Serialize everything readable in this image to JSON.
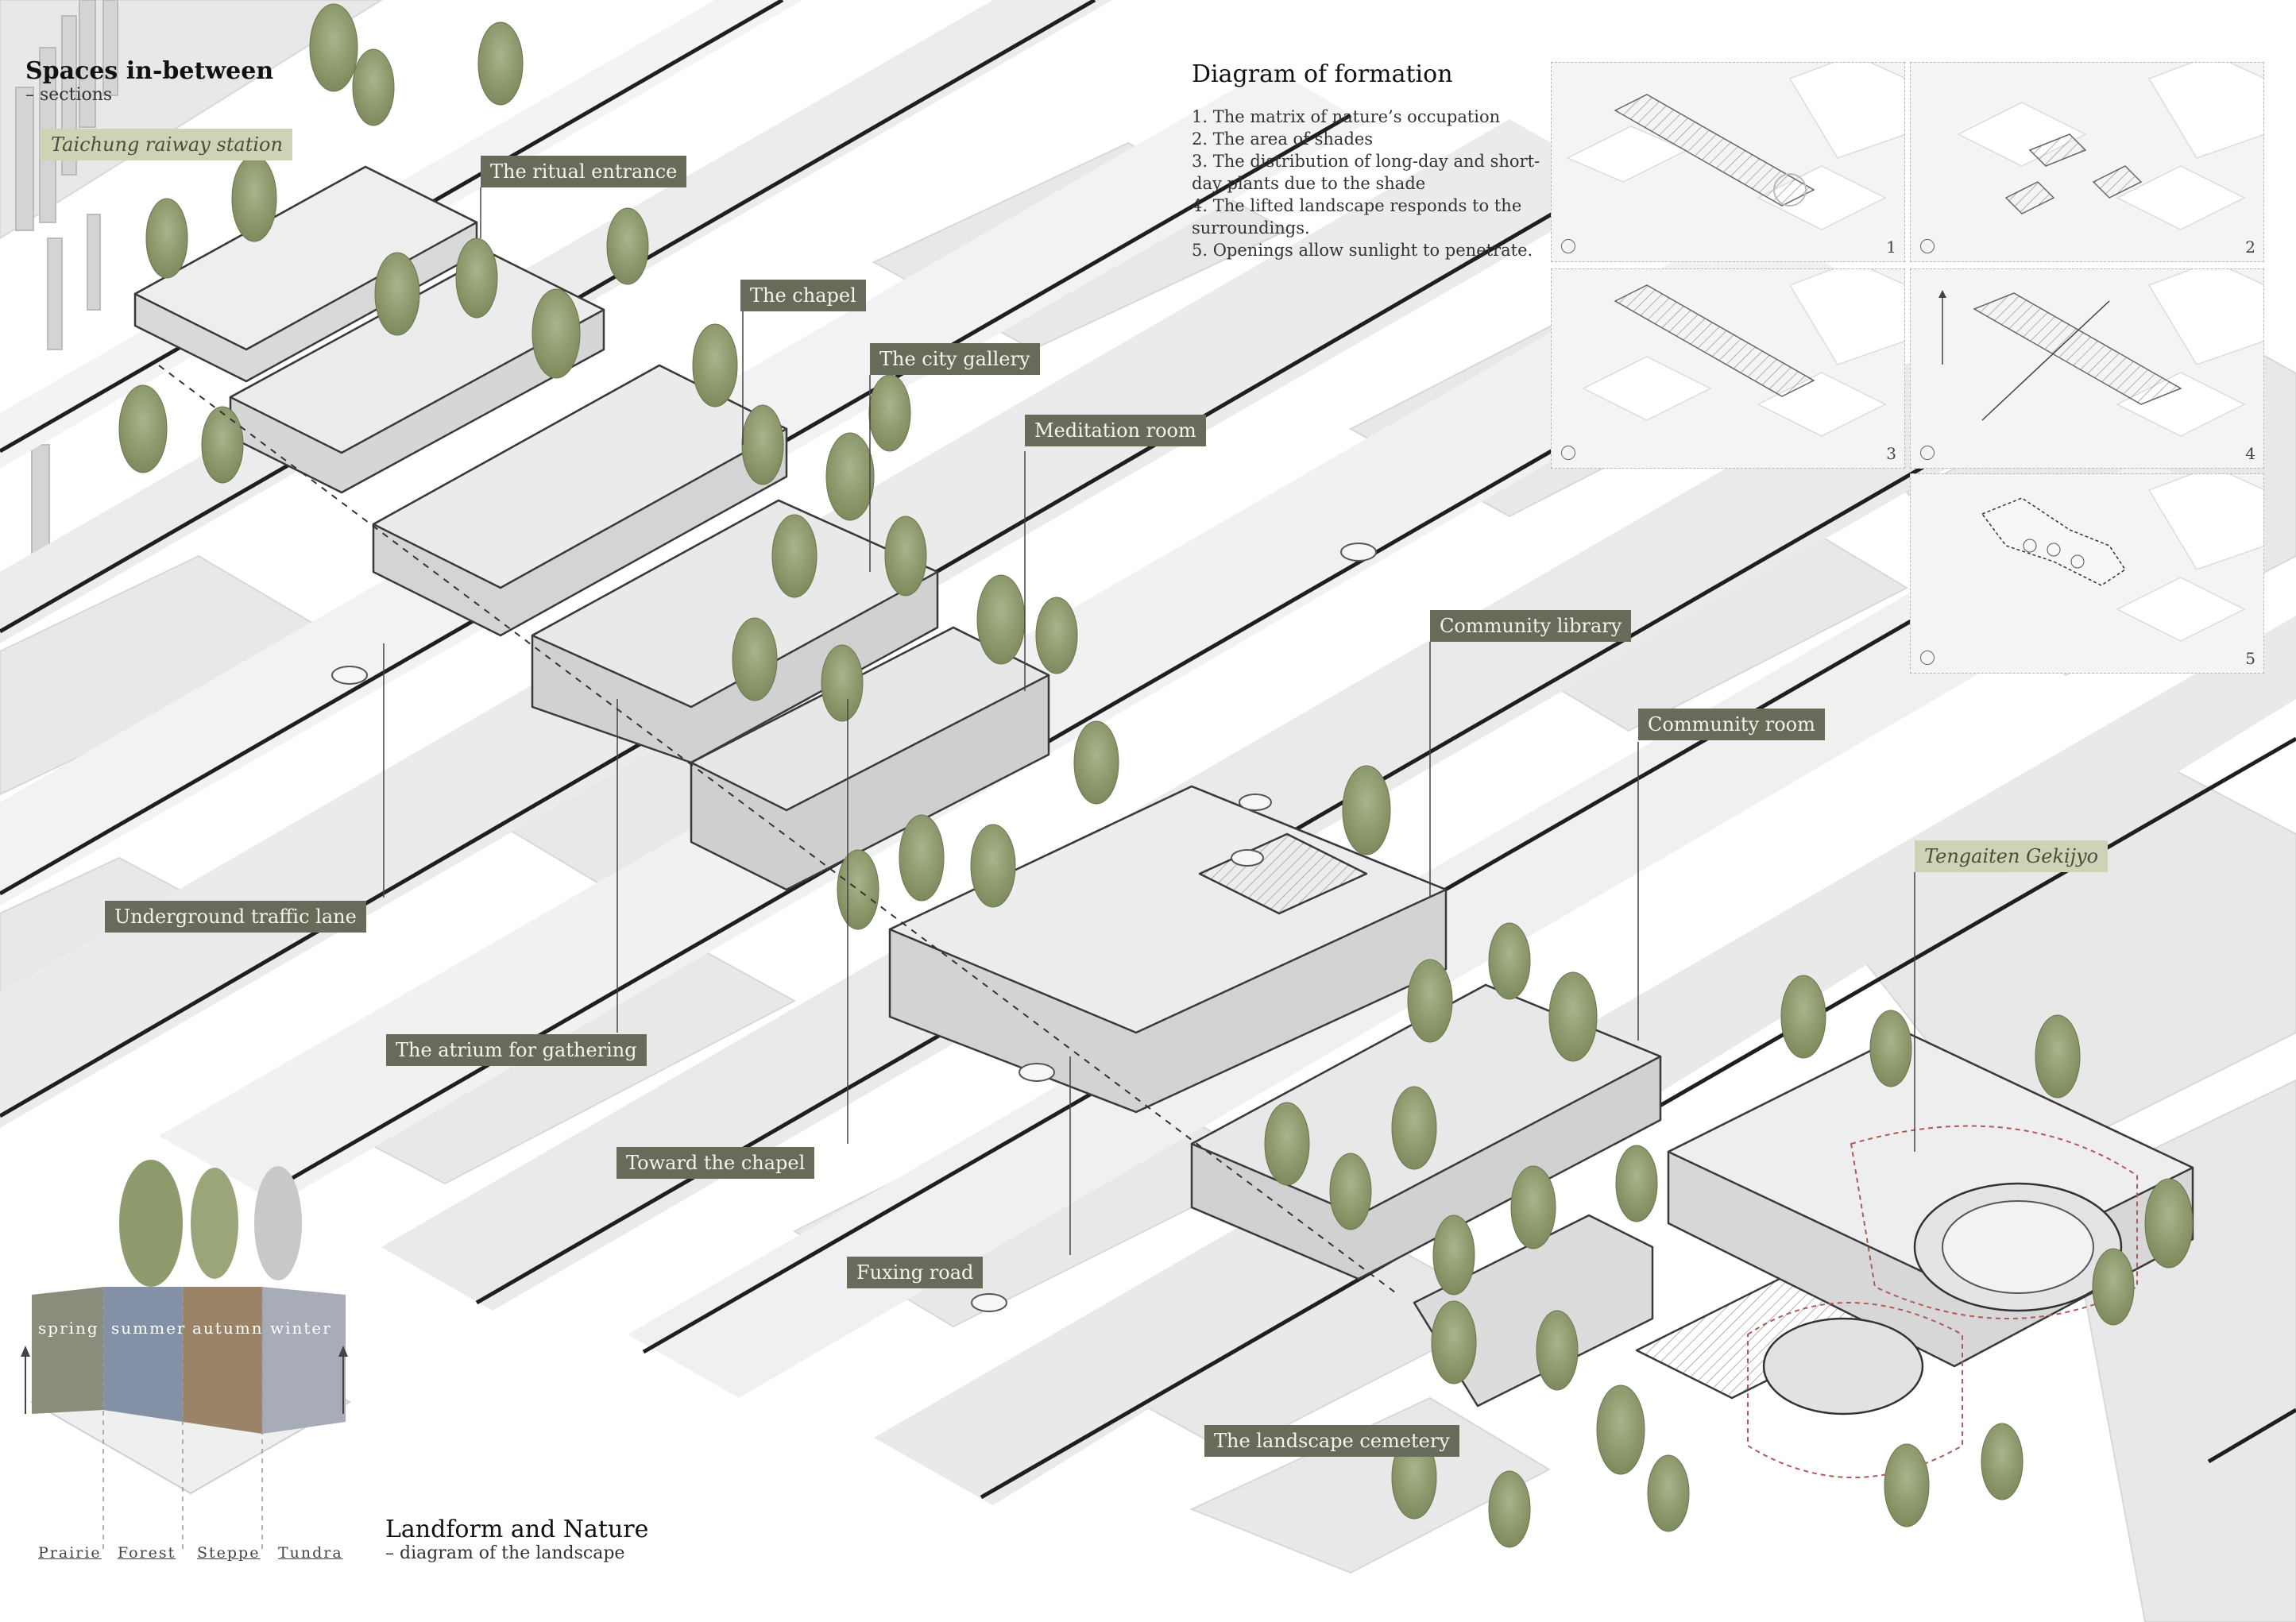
{
  "header": {
    "title": "Spaces in-between",
    "subtitle": "– sections"
  },
  "labels": {
    "taichung_station": "Taichung raiway station",
    "ritual_entrance": "The ritual entrance",
    "chapel": "The chapel",
    "city_gallery": "The city gallery",
    "meditation_room": "Meditation room",
    "community_library": "Community library",
    "community_room": "Community room",
    "tengaiten": "Tengaiten Gekijyo",
    "underground_lane": "Underground traffic lane",
    "atrium": "The atrium for gathering",
    "toward_chapel": "Toward the chapel",
    "fuxing_road": "Fuxing road",
    "landscape_cemetery": "The landscape cemetery"
  },
  "formation": {
    "title": "Diagram of formation",
    "items": [
      "1. The matrix of nature’s occupation",
      "2. The area of shades",
      "3. The distribution of long-day and short-day plants due to the shade",
      "4. The lifted landscape responds to the surroundings.",
      "5. Openings allow sunlight to penetrate."
    ],
    "panel_numbers": [
      "1",
      "2",
      "3",
      "4",
      "5"
    ]
  },
  "landscape": {
    "seasons": [
      "spring",
      "summer",
      "autumn",
      "winter"
    ],
    "biomes": [
      "Prairie",
      "Forest",
      "Steppe",
      "Tundra"
    ],
    "title": "Landform and Nature",
    "subtitle": "– diagram of the landscape"
  },
  "colors": {
    "label_bg": "#676b59",
    "label_alt_bg": "#cfd3b6",
    "tree": "#8d9a6c",
    "road": "#1f1f1f"
  }
}
